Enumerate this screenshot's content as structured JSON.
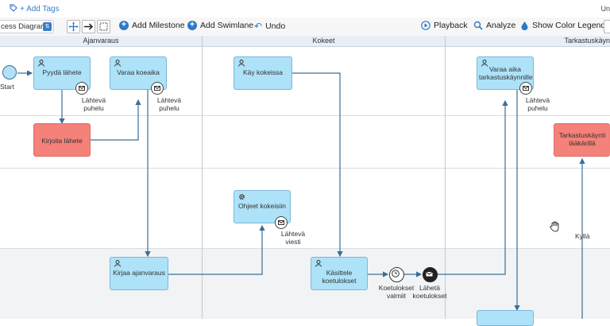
{
  "header": {
    "add_tags": "+ Add Tags",
    "user": "Un"
  },
  "toolbar": {
    "diagram_select": "cess Diagram",
    "add_milestone": "Add Milestone",
    "add_swimlane": "Add Swimlane",
    "undo": "Undo",
    "playback": "Playback",
    "analyze": "Analyze",
    "color_legend": "Show Color Legend"
  },
  "lanes": [
    "Ajanvaraus",
    "Kokeet",
    "Tarkastuskäyn"
  ],
  "start_label": "Start",
  "tasks": {
    "pyyda": "Pyydä lähete",
    "varaa_koeaika": "Varaa koeaika",
    "kirjoita": "Kirjoita lähete",
    "kirjaa": "Kirjaa ajanvaraus",
    "kay_kokeissa": "Käy kokeissa",
    "ohjeet": "Ohjeet kokeisiin",
    "kasittele": "Käsittele koetulokset",
    "varaa_tarkastus": "Varaa aika tarkastuskäynnille",
    "tarkastus": "Tarkastuskäynti lääkärillä"
  },
  "notes": {
    "lahteva_puhelu": "Lähtevä puhelu",
    "lahteva_viesti": "Lähtevä viesti",
    "koetulokset_valmiit": "Koetulokset valmiit",
    "laheta_koetulokset": "Lähetä koetulokset",
    "kylla": "Kyllä"
  },
  "colors": {
    "task": "#ade2f8",
    "task_red": "#f4817a",
    "accent": "#2d79c7"
  }
}
